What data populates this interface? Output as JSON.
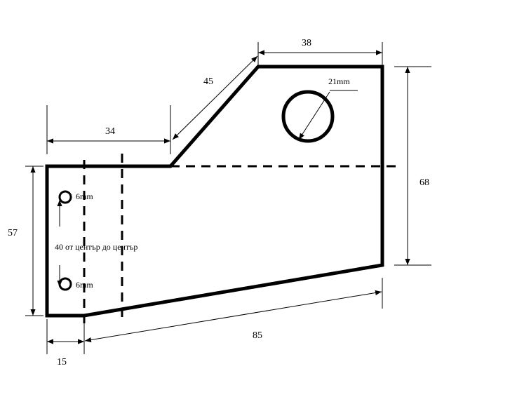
{
  "drawing": {
    "dimensions": {
      "top_edge": "38",
      "slant_edge": "45",
      "left_top_width": "34",
      "right_height": "68",
      "left_height": "57",
      "bottom_edge": "85",
      "bottom_offset": "15"
    },
    "holes": {
      "large_diameter": "21mm",
      "small_top": "6mm",
      "small_bottom": "6mm"
    },
    "notes": {
      "hole_spacing": "40 от център до център"
    }
  }
}
